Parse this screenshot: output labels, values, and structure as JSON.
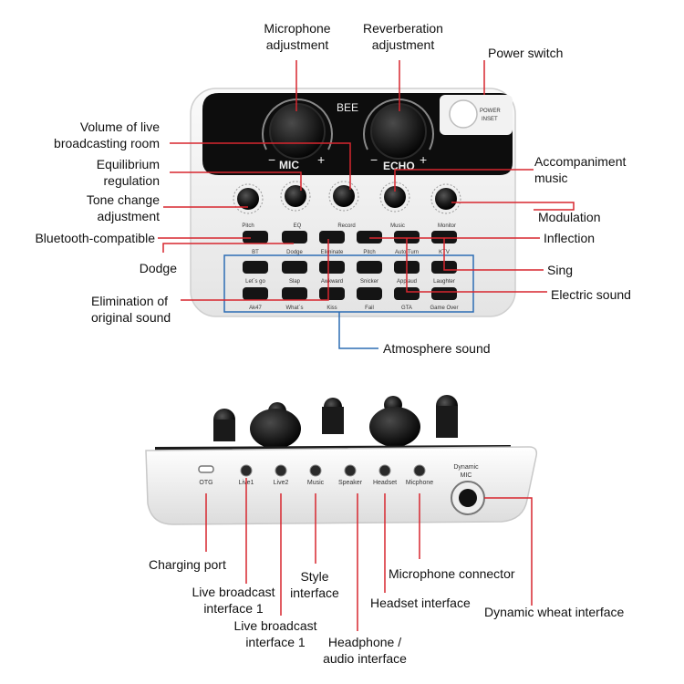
{
  "device_text": {
    "brand": "BEE",
    "mic": "MIC",
    "echo": "ECHO",
    "minus": "−",
    "plus": "+",
    "power_line1": "POWER",
    "power_line2": "INSET",
    "knobs": [
      "Pitch",
      "EQ",
      "Record",
      "Music",
      "Monitor"
    ],
    "row1_buttons": [
      "BT",
      "Dodge",
      "Eliminate",
      "Pitch",
      "Auto Turn",
      "KTV"
    ],
    "row2_buttons": [
      "Let`s go",
      "Slap",
      "Awkward",
      "Snicker",
      "Applaud",
      "Laughter"
    ],
    "row3_buttons": [
      "Ak47",
      "What`s",
      "Kiss",
      "Fail",
      "GTA",
      "Game Over"
    ],
    "ports": [
      "OTG",
      "Live1",
      "Live2",
      "Music",
      "Speaker",
      "Headset",
      "Micphone"
    ],
    "dynamic_mic": [
      "Dynamic",
      "MIC"
    ]
  },
  "callouts": {
    "mic_adjust": [
      "Microphone",
      "adjustment"
    ],
    "reverb_adjust": [
      "Reverberation",
      "adjustment"
    ],
    "power_switch": "Power switch",
    "volume_live": [
      "Volume of live",
      "broadcasting room"
    ],
    "equilibrium": [
      "Equilibrium",
      "regulation"
    ],
    "tone_change": [
      "Tone change",
      "adjustment"
    ],
    "bluetooth": "Bluetooth-compatible",
    "dodge": "Dodge",
    "elimination": [
      "Elimination of",
      "original sound"
    ],
    "accompaniment": [
      "Accompaniment",
      "music"
    ],
    "modulation": "Modulation",
    "inflection": "Inflection",
    "sing": "Sing",
    "electric": "Electric sound",
    "atmosphere": "Atmosphere sound"
  },
  "port_callouts": {
    "charging": "Charging port",
    "live1": [
      "Live broadcast",
      "interface 1"
    ],
    "style": [
      "Style",
      "interface"
    ],
    "live2": [
      "Live broadcast",
      "interface 1"
    ],
    "headphone": [
      "Headphone /",
      "audio interface"
    ],
    "microphone": "Microphone connector",
    "headset": "Headset interface",
    "dynamic": "Dynamic wheat interface"
  },
  "colors": {
    "callout_line": "#d7262e",
    "atmosphere_line": "#2d6db4",
    "device_body": "#f4f4f4",
    "device_dark": "#111111"
  }
}
